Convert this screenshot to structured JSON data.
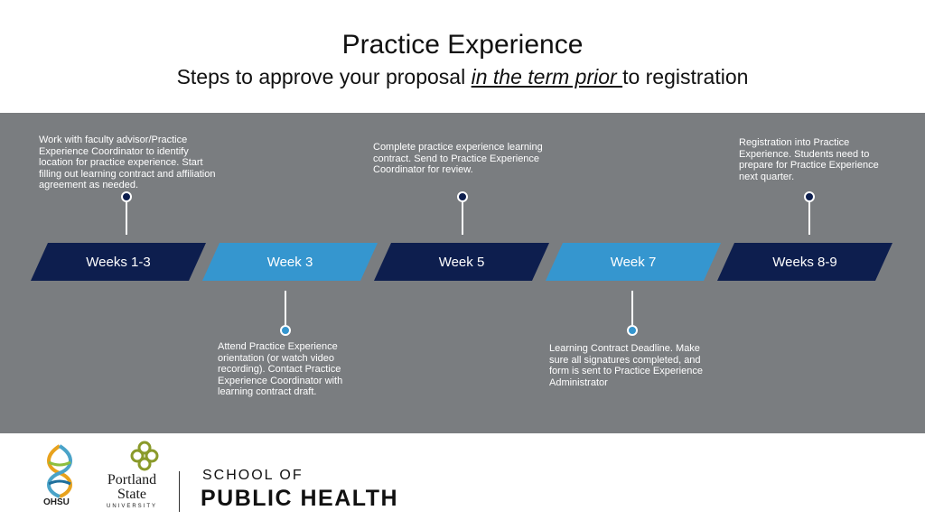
{
  "header": {
    "title": "Practice Experience",
    "subtitle_before": "Steps to approve your proposal ",
    "subtitle_emph": "in the term prior ",
    "subtitle_after": "to registration"
  },
  "timeline": {
    "steps": [
      {
        "label": "Weeks 1-3",
        "color": "#0d1e4e",
        "description": "Work with faculty advisor/Practice Experience Coordinator to identify location for practice experience. Start filling out learning contract and affiliation agreement as needed."
      },
      {
        "label": "Week 3",
        "color": "#3596cf",
        "description": "Attend Practice Experience orientation (or watch video recording). Contact Practice Experience Coordinator with learning contract draft."
      },
      {
        "label": "Week 5",
        "color": "#0d1e4e",
        "description": "Complete practice experience learning contract. Send to Practice Experience Coordinator for review."
      },
      {
        "label": "Week 7",
        "color": "#3596cf",
        "description": "Learning Contract Deadline. Make sure all signatures completed, and form is sent to Practice Experience Administrator"
      },
      {
        "label": "Weeks 8-9",
        "color": "#0d1e4e",
        "description": "Registration into Practice Experience. Students need to prepare for Practice Experience next quarter."
      }
    ]
  },
  "footer": {
    "ohsu_label": "OHSU",
    "psu_line1": "Portland",
    "psu_line2": "State",
    "psu_line3": "UNIVERSITY",
    "school_line1": "SCHOOL OF",
    "school_line2": "PUBLIC HEALTH"
  }
}
